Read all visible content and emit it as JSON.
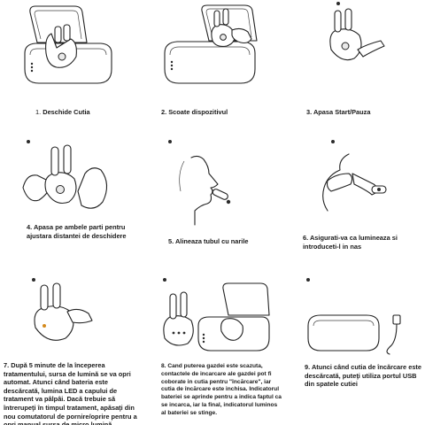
{
  "steps": [
    {
      "num": "1.",
      "text": "Deschide Cutia"
    },
    {
      "num": "2.",
      "text": "Scoate dispozitivul"
    },
    {
      "num": "3.",
      "text": "Apasa Start/Pauza"
    },
    {
      "num": "4.",
      "text": "Apasa pe ambele parti pentru ajustara distantei de deschidere"
    },
    {
      "num": "5.",
      "text": "Alineaza tubul cu narile"
    },
    {
      "num": "6.",
      "text": "Asigurati-va ca lumineaza si introduceti-l in nas"
    },
    {
      "num": "7.",
      "text": "După 5 minute de la începerea tratamentului, sursa de lumină se va opri automat. Atunci când bateria este descărcată, lumina LED a capului de tratament va pâlpâi. Dacă trebuie să întrerupeţi în timpul tratament, apăsaţi din nou comutatorul de pornire/oprire pentru a opri manual sursa de micro lumină."
    },
    {
      "num": "8.",
      "text": "Cand puterea gazdei este scazuta, contactele de incarcare ale gazdei pot fi coborate in cutia pentru \"încărcare\", iar cutia de încărcare este inchisa. Indicatorul bateriei se aprinde pentru a indica faptul ca se incarca, iar la final, indicatorul luminos al bateriei se stinge."
    },
    {
      "num": "9.",
      "text": "Atunci când cutia de încărcare este descărcată, puteţi utiliza portul USB din spatele cutiei"
    }
  ],
  "colors": {
    "led": "#d48a1c",
    "line": "#222222"
  }
}
